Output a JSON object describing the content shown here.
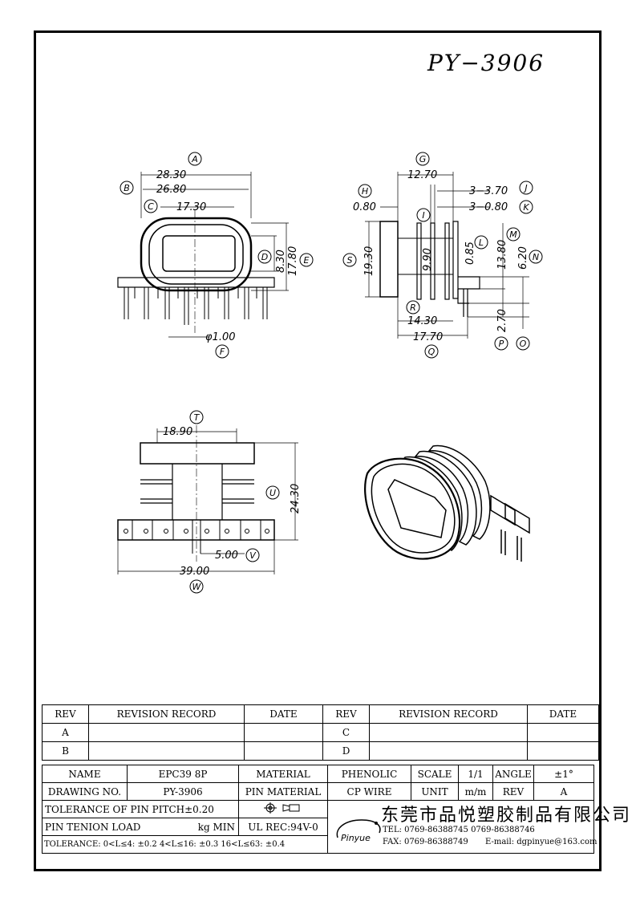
{
  "part_number": "PY−3906",
  "dims": {
    "A": "A",
    "B": "B",
    "C": "C",
    "D": "D",
    "E": "E",
    "F": "F",
    "G": "G",
    "H": "H",
    "I": "I",
    "J": "J",
    "K": "K",
    "L": "L",
    "M": "M",
    "N": "N",
    "O": "O",
    "P": "P",
    "Q": "Q",
    "R": "R",
    "S": "S",
    "T": "T",
    "U": "U",
    "V": "V",
    "W": "W",
    "vA": "28.30",
    "vB": "26.80",
    "vC": "17.30",
    "vD": "8.30",
    "vE": "17.80",
    "vF": "φ1.00",
    "vG": "12.70",
    "vH": "0.80",
    "vI": "9.90",
    "vJ": "3−3.70",
    "vK": "3−0.80",
    "vL": "0.85",
    "vM": "13.80",
    "vN": "6.20",
    "vP": "2.70",
    "vQ": "17.70",
    "vR": "14.30",
    "vS": "19.30",
    "vT": "18.90",
    "vU": "24.30",
    "vV": "5.00",
    "vW": "39.00"
  },
  "revision": {
    "h_rev": "REV",
    "h_record": "REVISION RECORD",
    "h_date": "DATE",
    "h_rev2": "REV",
    "h_record2": "REVISION RECORD",
    "h_date2": "DATE",
    "r1": "A",
    "r2": "B",
    "r3": "C",
    "r4": "D"
  },
  "info": {
    "name_l": "NAME",
    "name_v": "EPC39 8P",
    "mat_l": "MATERIAL",
    "mat_v": "PHENOLIC",
    "scale_l": "SCALE",
    "scale_v": "1/1",
    "angle_l": "ANGLE",
    "angle_v": "±1°",
    "dwg_l": "DRAWING NO.",
    "dwg_v": "PY-3906",
    "pin_l": "PIN MATERIAL",
    "pin_v": "CP WIRE",
    "unit_l": "UNIT",
    "unit_v": "m/m",
    "rev_l": "REV",
    "rev_v": "A",
    "tol_pitch": "TOLERANCE OF PIN PITCH±0.20",
    "load": "PIN TENION LOAD",
    "load_u": "kg MIN",
    "ul": "UL REC:94V-0",
    "tol": "TOLERANCE: 0<L≤4: ±0.2   4<L≤16: ±0.3   16<L≤63: ±0.4",
    "brand": "Pinyue",
    "company": "东莞市品悦塑胶制品有限公司",
    "tel": "TEL: 0769-86388745   0769-86388746",
    "fax": "FAX: 0769-86388749",
    "mail": "E-mail: dgpinyue@163.com"
  }
}
